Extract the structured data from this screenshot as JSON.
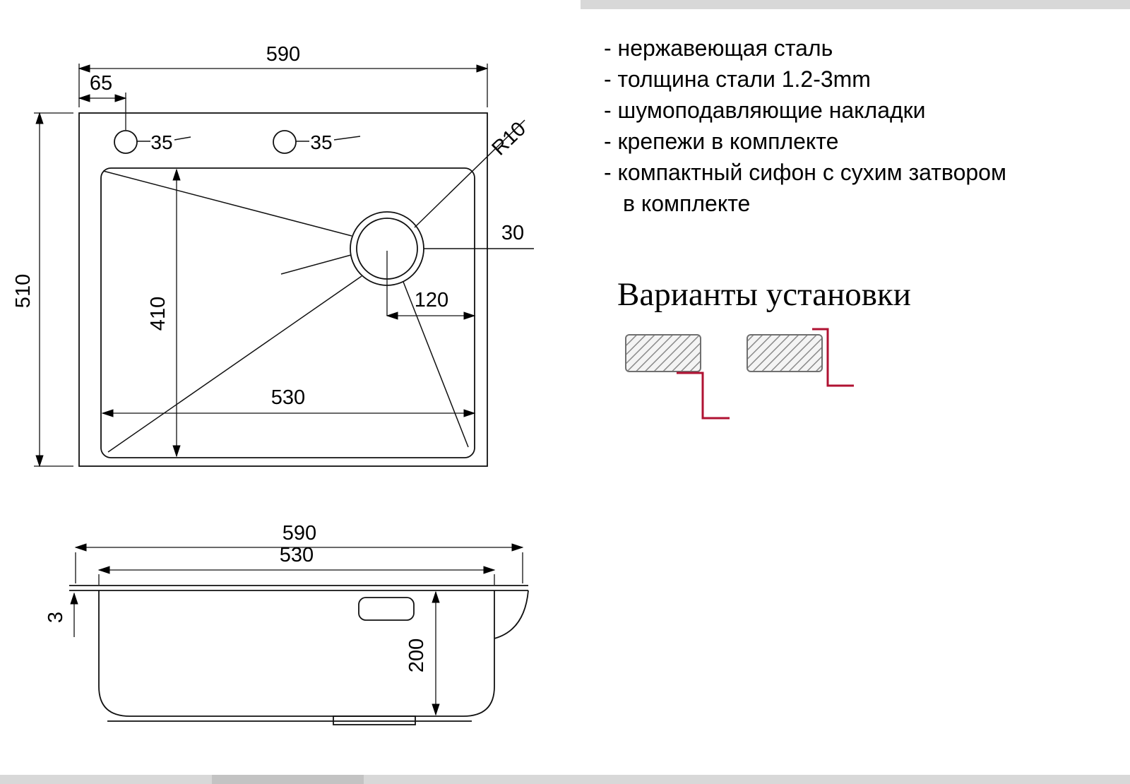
{
  "features": {
    "items": [
      "- нержавеющая сталь",
      "- толщина стали 1.2-3mm",
      "- шумоподавляющие накладки",
      "- крепежи в комплекте",
      "- компактный сифон с сухим затвором",
      "в комплекте"
    ]
  },
  "installation": {
    "title": "Варианты установки"
  },
  "top_view": {
    "overall_width": "590",
    "overall_depth": "510",
    "faucet_offset": "65",
    "hole1_diameter": "35",
    "hole2_diameter": "35",
    "corner_radius": "R10",
    "flange_right": "30",
    "bowl_depth": "410",
    "bowl_width": "530",
    "drain_offset": "120"
  },
  "side_view": {
    "overall_width": "590",
    "bowl_width": "530",
    "rim_thickness": "3",
    "bowl_height": "200"
  },
  "colors": {
    "line": "#000000",
    "accent_red": "#b01232",
    "hatch": "#8a8a8a",
    "artifact_gray": "#d8d8d8"
  }
}
